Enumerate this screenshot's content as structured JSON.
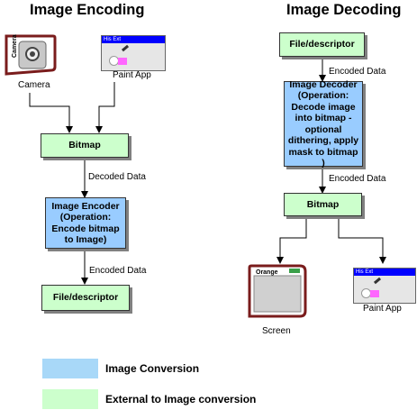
{
  "titles": {
    "encoding": "Image Encoding",
    "decoding": "Image Decoding"
  },
  "encoding": {
    "sources": {
      "camera": {
        "caption": "Camera",
        "icon_text": "Camera"
      },
      "paint_app": {
        "caption": "Paint App",
        "icon_text": "His Ext"
      }
    },
    "bitmap": "Bitmap",
    "decoded_label": "Decoded Data",
    "encoder": "Image Encoder (Operation: Encode bitmap to Image)",
    "encoded_label": "Encoded Data",
    "output": "File/descriptor"
  },
  "decoding": {
    "input": "File/descriptor",
    "encoded_label": "Encoded Data",
    "decoder": "Image Decoder (Operation: Decode image into bitmap - optional dithering, apply mask to bitmap )",
    "decoded_label": "Encoded Data",
    "bitmap": "Bitmap",
    "targets": {
      "screen": {
        "caption": "Screen",
        "icon_text": "Orange"
      },
      "paint_app": {
        "caption": "Paint App",
        "icon_text": "His Ext"
      }
    }
  },
  "legend": [
    {
      "label": "Image Conversion",
      "color": "#a8d8f8"
    },
    {
      "label": "External to Image conversion",
      "color": "#ccffcc"
    }
  ],
  "colors": {
    "conversion_box": "#99ccff",
    "external_box": "#ccffcc",
    "device_frame": "#7a1c1c",
    "window_titlebar": "#0000ff",
    "paint_swatch": "#ff66ff"
  }
}
